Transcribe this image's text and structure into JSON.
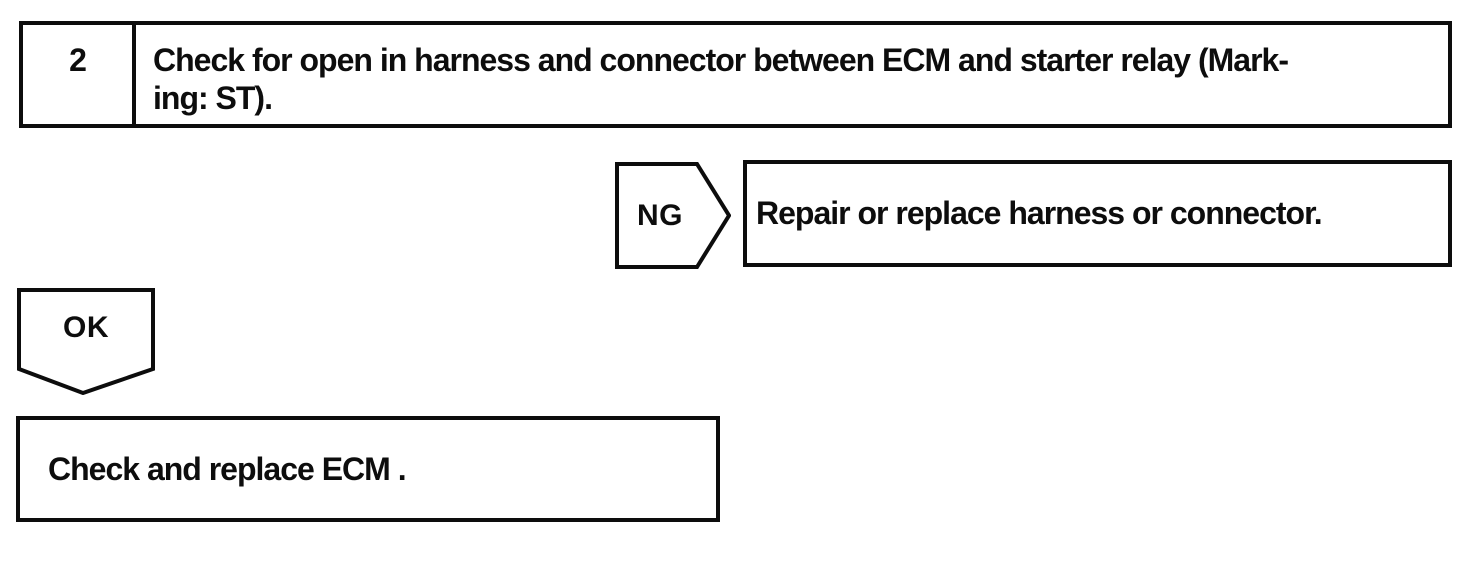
{
  "diagram": {
    "step_box": {
      "number": "2",
      "line1": "Check for open in harness and connector between ECM and starter relay (Mark-",
      "line2": "ing: ST)."
    },
    "ng_branch": {
      "label": "NG",
      "action": "Repair or replace harness or connector."
    },
    "ok_branch": {
      "label": "OK",
      "action": "Check and replace ECM ."
    },
    "colors": {
      "ink": "#0d0d0d",
      "background": "#ffffff"
    }
  }
}
